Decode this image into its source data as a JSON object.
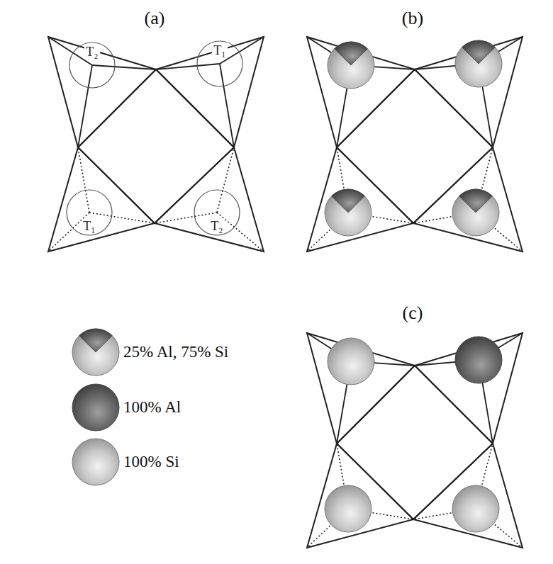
{
  "diagram": {
    "nodes": [
      {
        "text": [
          "T₂"
        ]
      },
      {
        "text": [
          "T₁"
        ]
      },
      {
        "text": [
          "T₁"
        ]
      },
      {
        "text": [
          "T₂"
        ]
      }
    ],
    "labels": [
      "(a)",
      "(b)",
      "(c)"
    ],
    "legend": [
      {
        "text": "25% Al, 75% Si"
      },
      {
        "text": "100% Al"
      },
      {
        "text": "100% Si"
      }
    ]
  }
}
